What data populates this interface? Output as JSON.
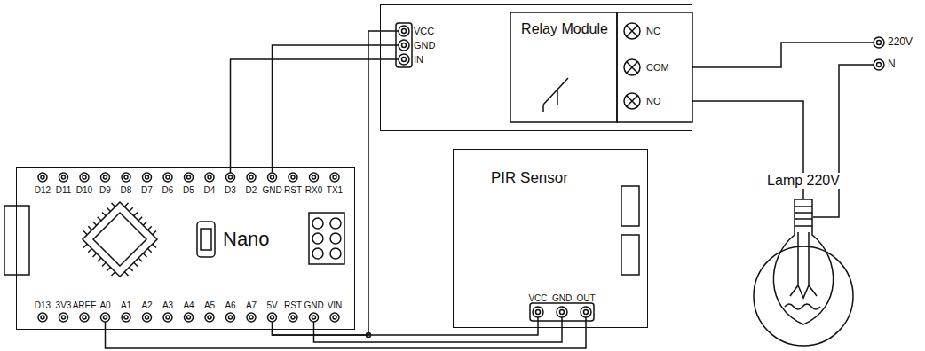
{
  "diagram": {
    "nodes": [
      {
        "text": [
          "Relay Module"
        ]
      },
      {
        "text": [
          "Nano"
        ]
      },
      {
        "text": [
          "PIR Sensor"
        ]
      },
      {
        "text": [
          "Lamp 220V"
        ]
      }
    ],
    "edges": [
      {
        "from": 1,
        "to": 0,
        "arrow": "none"
      },
      {
        "from": 1,
        "to": 0,
        "arrow": "none"
      },
      {
        "from": 1,
        "to": 0,
        "arrow": "none"
      },
      {
        "from": 1,
        "to": 2,
        "arrow": "none"
      },
      {
        "from": 1,
        "to": 2,
        "arrow": "none"
      },
      {
        "from": 1,
        "to": 2,
        "arrow": "none"
      },
      {
        "from": 0,
        "to": 3,
        "arrow": "none"
      }
    ],
    "labels": [
      "VCC",
      "GND",
      "IN",
      "NC",
      "COM",
      "NO",
      "220V",
      "N",
      "D12",
      "D11",
      "D10",
      "D9",
      "D8",
      "D7",
      "D6",
      "D5",
      "D4",
      "D3",
      "D2",
      "GND",
      "RST",
      "RX0",
      "TX1",
      "D13",
      "3V3",
      "AREF",
      "A0",
      "A1",
      "A2",
      "A3",
      "A4",
      "A5",
      "A6",
      "A7",
      "5V",
      "RST",
      "GND",
      "VIN",
      "VCC",
      "GND",
      "OUT"
    ]
  }
}
